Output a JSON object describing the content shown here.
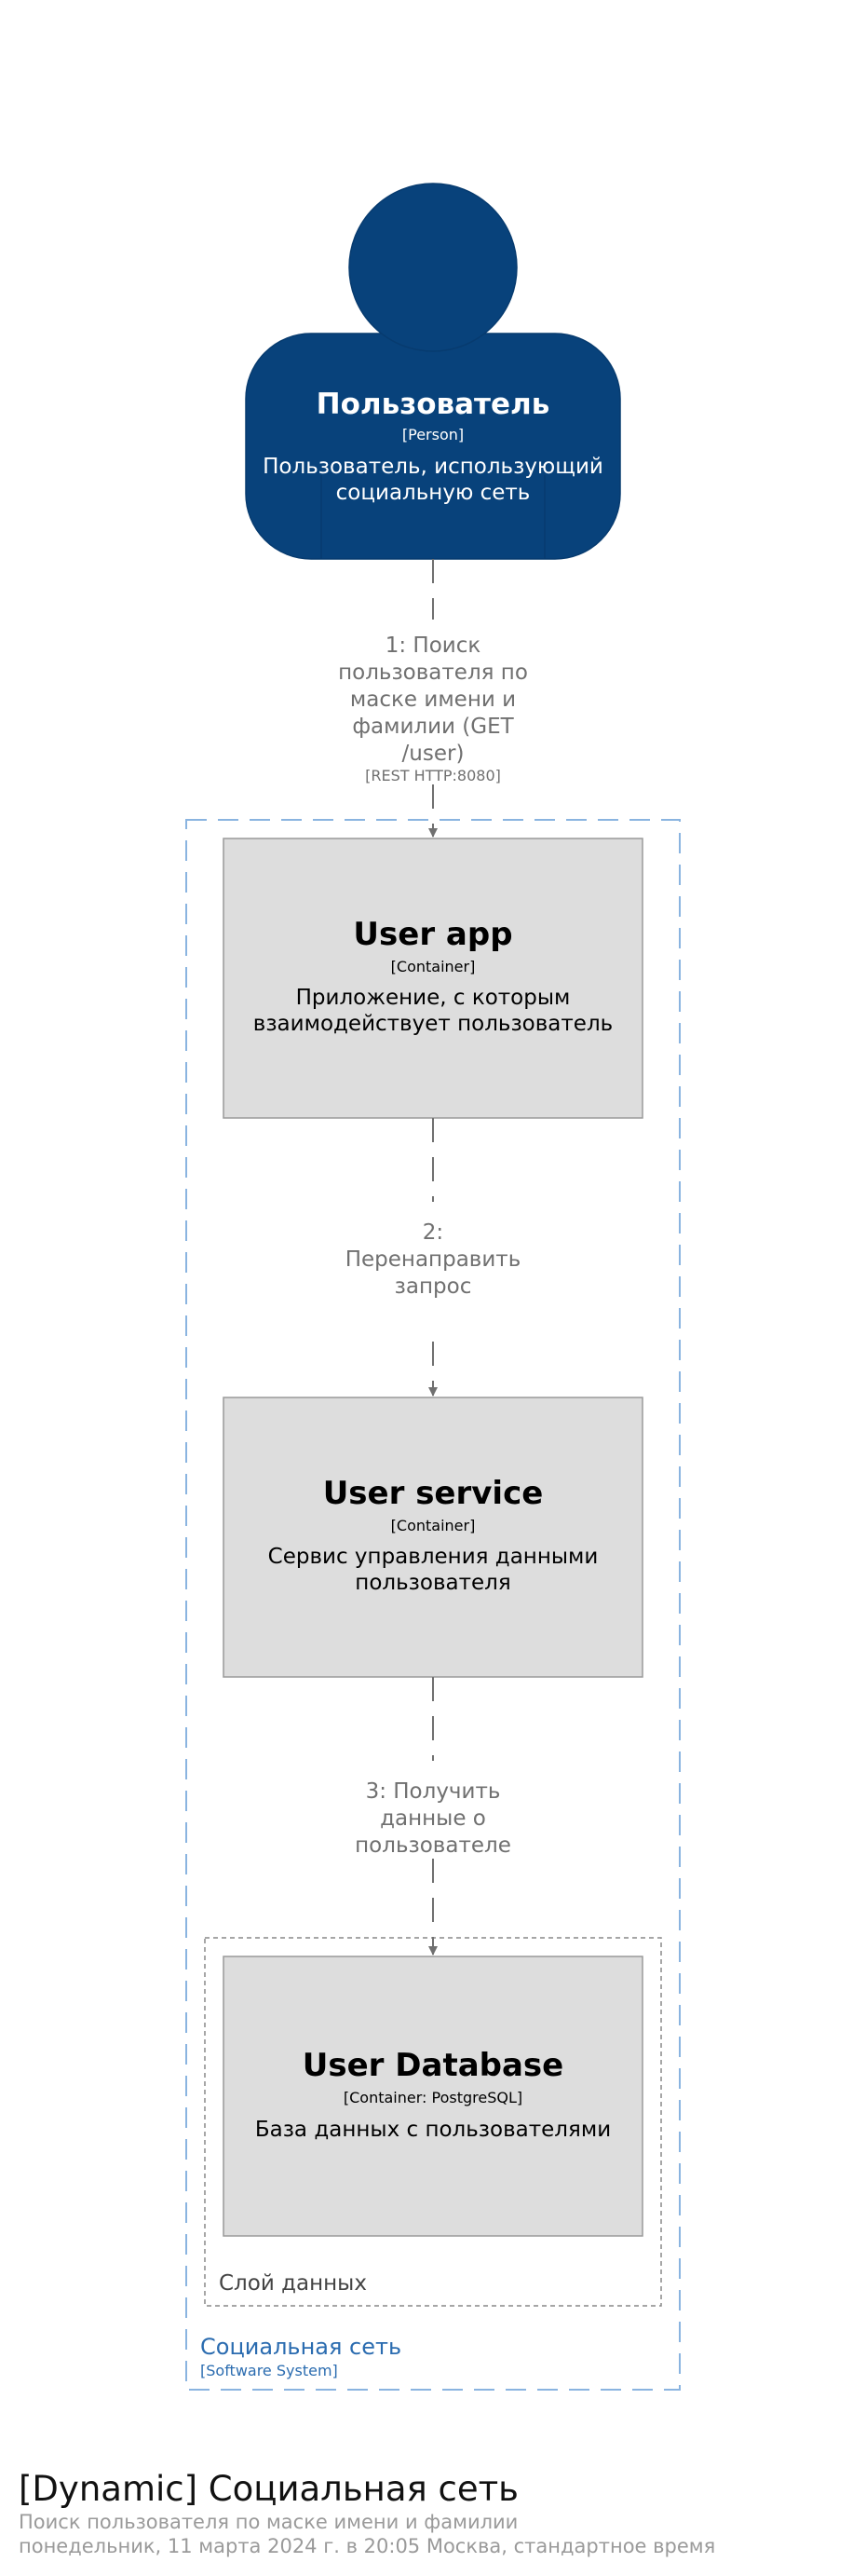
{
  "person": {
    "name": "Пользователь",
    "type": "[Person]",
    "description_lines": [
      "Пользователь, использующий",
      "социальную сеть"
    ]
  },
  "software_system": {
    "name": "Социальная сеть",
    "type": "[Software System]"
  },
  "data_layer": {
    "name": "Слой данных"
  },
  "containers": [
    {
      "name": "User app",
      "type": "[Container]",
      "description_lines": [
        "Приложение, с которым",
        "взаимодействует пользователь"
      ]
    },
    {
      "name": "User service",
      "type": "[Container]",
      "description_lines": [
        "Сервис управления данными",
        "пользователя"
      ]
    },
    {
      "name": "User Database",
      "type": "[Container: PostgreSQL]",
      "description_lines": [
        "База данных с пользователями"
      ]
    }
  ],
  "relationships": [
    {
      "label_lines": [
        "1: Поиск",
        "пользователя по",
        "маске имени и",
        "фамилии (GET",
        "/user)"
      ],
      "technology": "[REST HTTP:8080]"
    },
    {
      "label_lines": [
        "2:",
        "Перенаправить",
        "запрос"
      ]
    },
    {
      "label_lines": [
        "3: Получить",
        "данные о",
        "пользователе"
      ]
    }
  ],
  "footer": {
    "title": "[Dynamic] Социальная сеть",
    "description": "Поиск пользователя по маске имени и фамилии",
    "timestamp": "понедельник, 11 марта 2024 г. в 20:05 Москва, стандартное время"
  },
  "colors": {
    "person_fill": "#08427b",
    "person_stroke": "#073b6f",
    "container_fill": "#dddddd",
    "container_stroke": "#9a9a9a",
    "boundary_stroke": "#8ab4e0",
    "boundary_label": "#2b6cb0",
    "group_stroke": "#888888",
    "relationship": "#707070"
  }
}
